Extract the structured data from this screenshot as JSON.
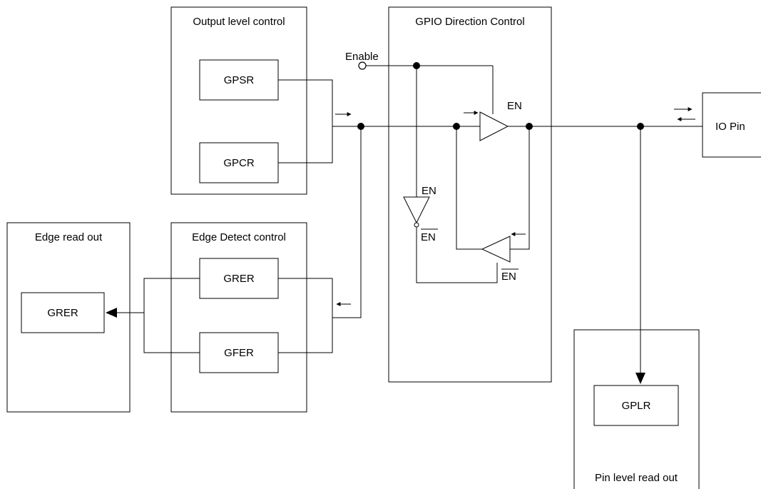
{
  "groups": {
    "output_level_control": "Output level control",
    "gpio_direction_control": "GPIO Direction Control",
    "edge_read_out": "Edge read out",
    "edge_detect_control": "Edge Detect control",
    "pin_level_read_out": "Pin level read out"
  },
  "registers": {
    "gpsr": "GPSR",
    "gpcr": "GPCR",
    "grer_detect": "GRER",
    "gfer": "GFER",
    "grer_readout": "GRER",
    "gplr": "GPLR"
  },
  "io_pin": "IO Pin",
  "signals": {
    "enable": "Enable",
    "en_out_buffer": "EN",
    "en_inverter": "EN",
    "en_bar_inverter": "EN",
    "en_bar_in_buffer": "EN"
  }
}
